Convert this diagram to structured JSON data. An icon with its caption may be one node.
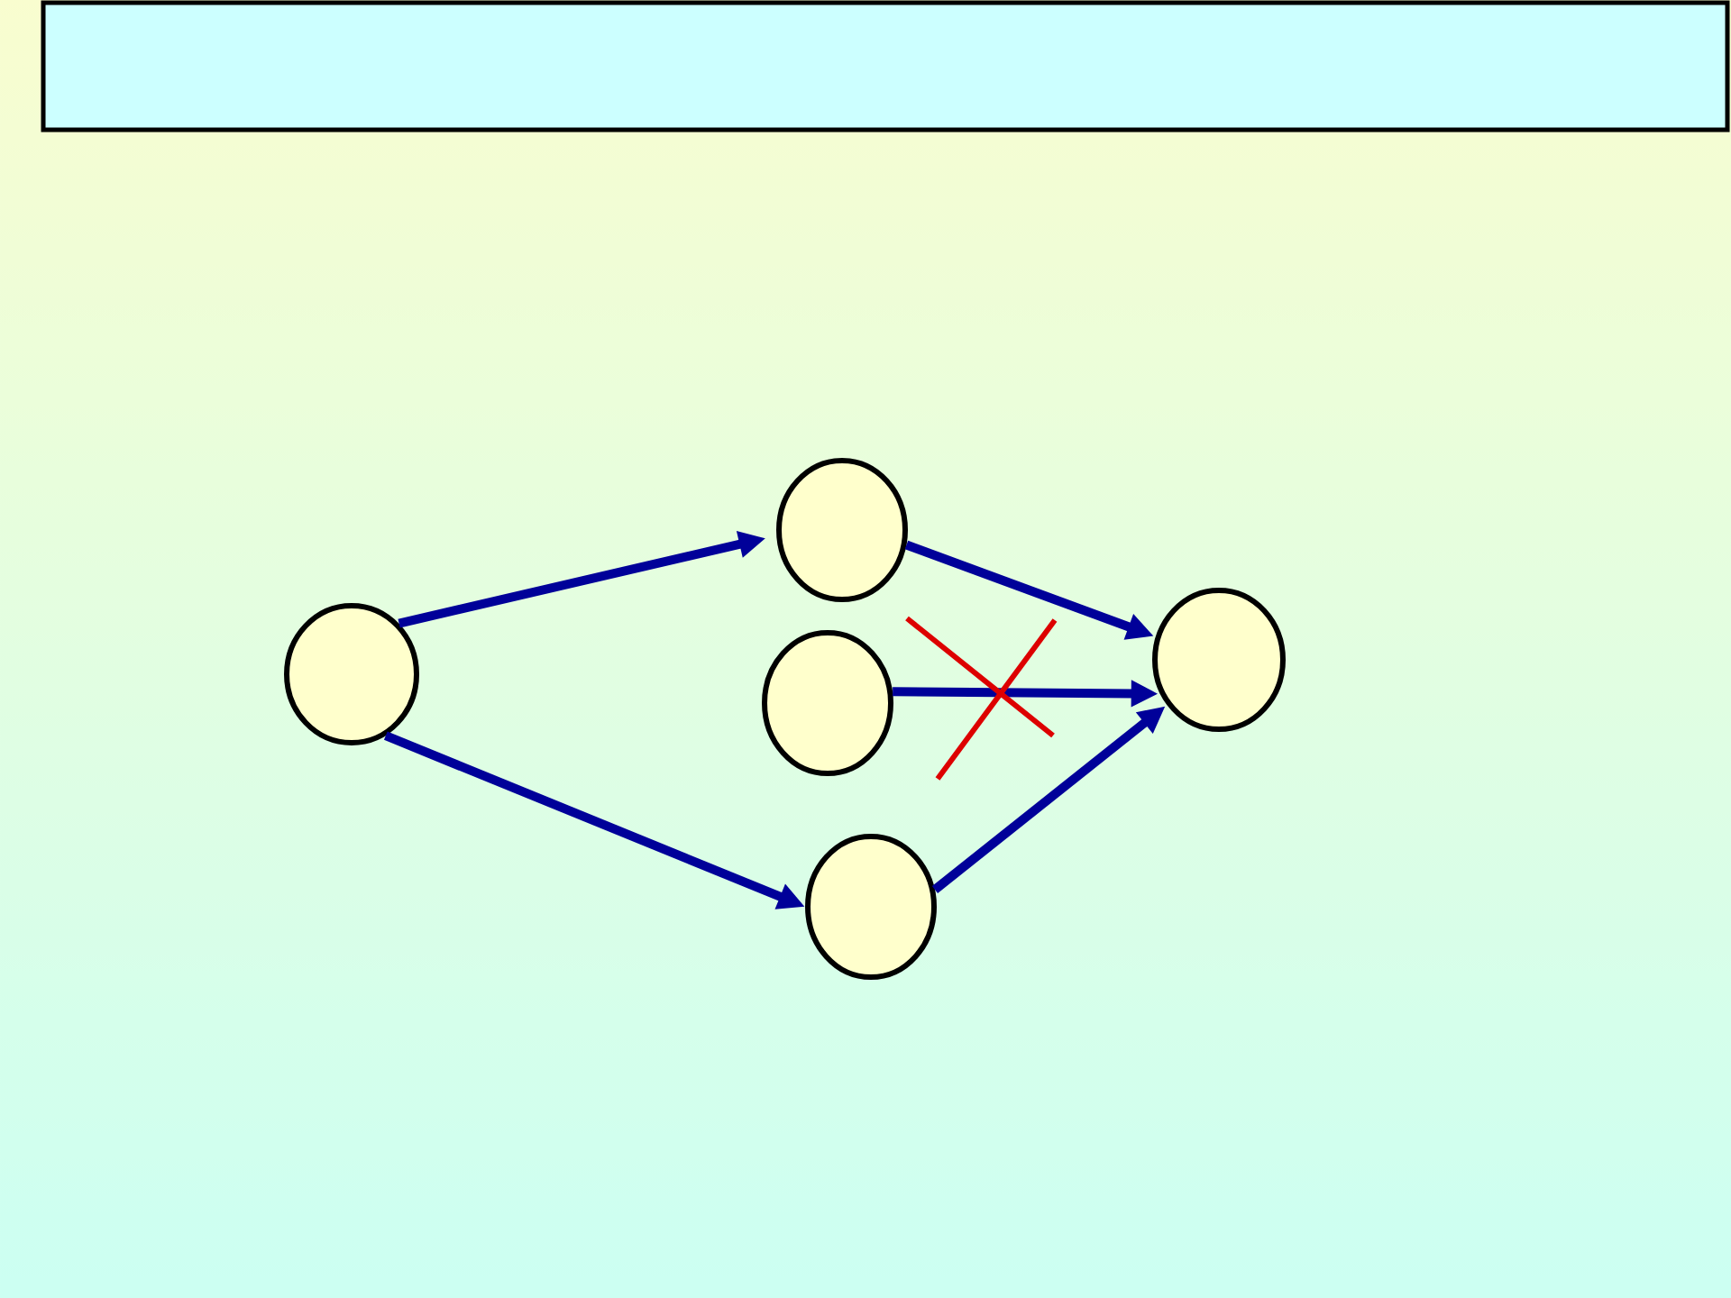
{
  "diagram": {
    "nodes": [
      {
        "text": [],
        "shape": "circle"
      },
      {
        "text": [],
        "shape": "circle"
      },
      {
        "text": [],
        "shape": "circle"
      },
      {
        "text": [],
        "shape": "circle"
      },
      {
        "text": [],
        "shape": "circle"
      }
    ],
    "edges": [
      {
        "from": 0,
        "to": 1,
        "arrow": "to"
      },
      {
        "from": 0,
        "to": 3,
        "arrow": "to"
      },
      {
        "from": 1,
        "to": 4,
        "arrow": "to"
      },
      {
        "from": 2,
        "to": 4,
        "arrow": "to"
      },
      {
        "from": 3,
        "to": 4,
        "arrow": "to"
      }
    ]
  }
}
